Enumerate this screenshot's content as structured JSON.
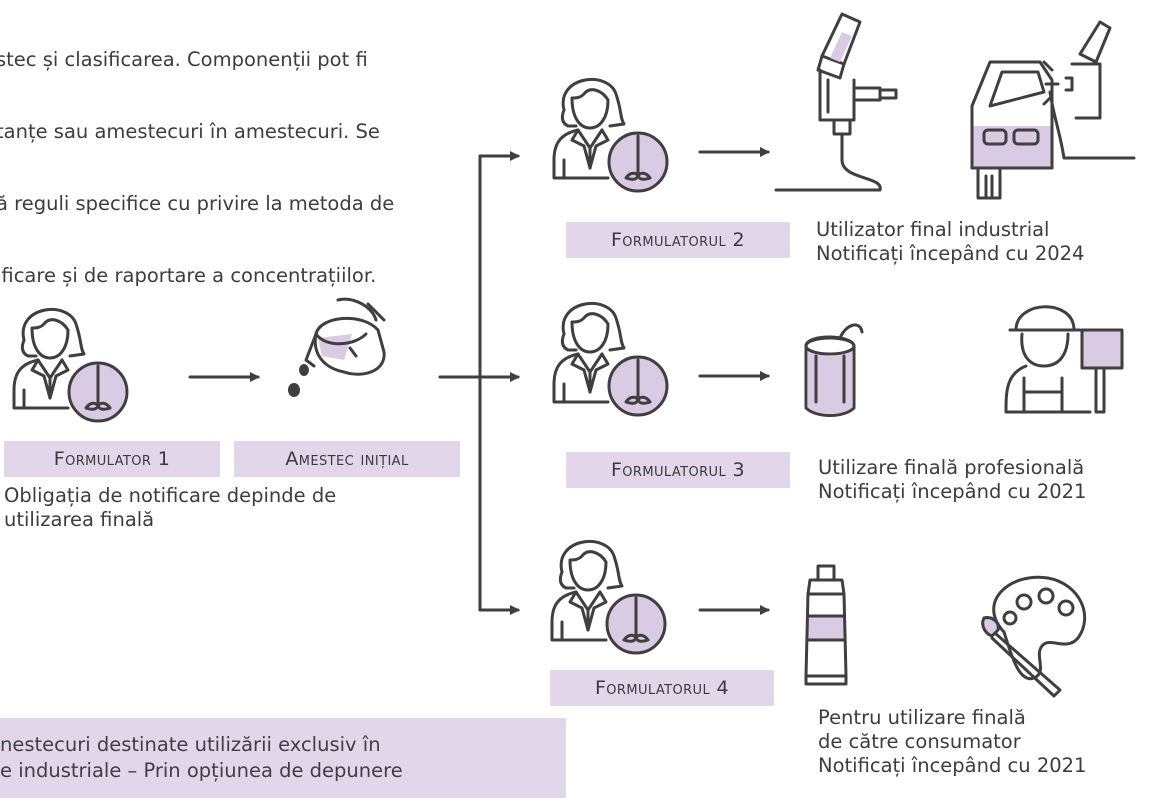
{
  "intro_lines": [
    "stec și clasificarea. Componenții pot fi",
    "tanțe sau amestecuri în amestecuri. Se",
    "ă reguli specifice cu privire la metoda de",
    "ificare și de raportare a concentrațiilor."
  ],
  "nodes": {
    "formulator1": "Formulator 1",
    "initial_mixture": "Amestec inițial",
    "formulator2": "Formulatorul 2",
    "formulator3": "Formulatorul 3",
    "formulator4": "Formulatorul 4"
  },
  "notes": {
    "formulator1": [
      "Obligația de notificare depinde de",
      "utilizarea finală"
    ],
    "industrial": [
      "Utilizator final industrial",
      "Notificați începând cu 2024"
    ],
    "professional": [
      "Utilizare finală profesională",
      "Notificați începând cu 2021"
    ],
    "consumer": [
      "Pentru utilizare finală",
      "de către consumator",
      "Notificați începând cu 2021"
    ]
  },
  "bottom_box_lines": [
    "nestecuri destinate utilizării exclusiv în",
    "e industriale – Prin opțiunea de depunere"
  ],
  "colors": {
    "accent": "#e2d7ea",
    "stroke": "#3f3f3f"
  },
  "icons": [
    "person-with-mixer-icon",
    "paint-bucket-pour-icon",
    "spray-gun-icon",
    "car-spray-painting-icon",
    "paint-can-icon",
    "painter-worker-icon",
    "paint-tube-icon",
    "artist-palette-icon"
  ]
}
